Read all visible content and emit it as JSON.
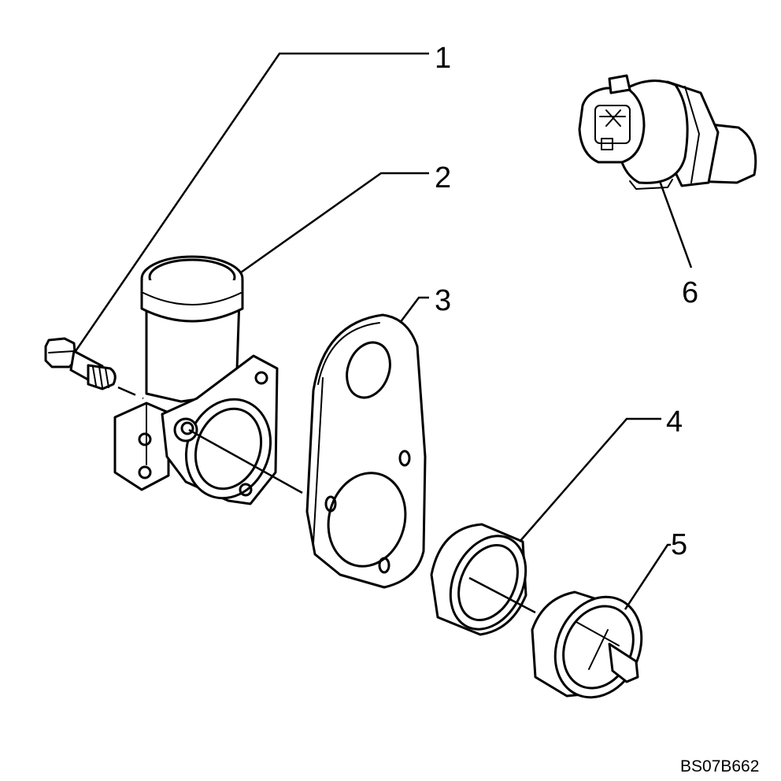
{
  "diagram": {
    "callouts": [
      {
        "id": "1",
        "label": "1"
      },
      {
        "id": "2",
        "label": "2"
      },
      {
        "id": "3",
        "label": "3"
      },
      {
        "id": "4",
        "label": "4"
      },
      {
        "id": "5",
        "label": "5"
      },
      {
        "id": "6",
        "label": "6"
      }
    ],
    "drawing_code": "BS07B662"
  }
}
